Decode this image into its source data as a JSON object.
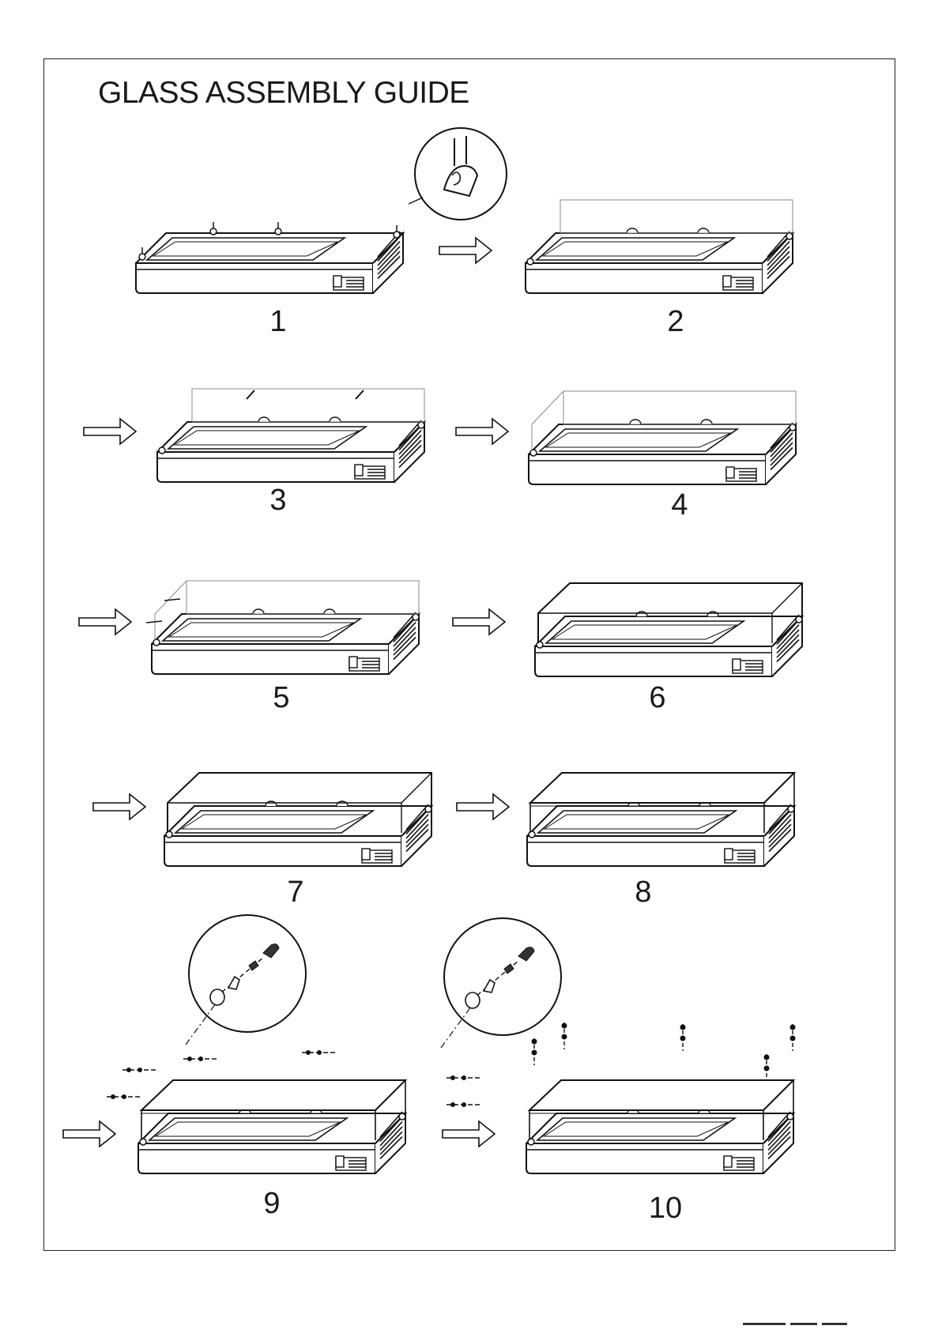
{
  "title": "GLASS ASSEMBLY GUIDE",
  "steps": [
    {
      "label": "1"
    },
    {
      "label": "2"
    },
    {
      "label": "3"
    },
    {
      "label": "4"
    },
    {
      "label": "5"
    },
    {
      "label": "6"
    },
    {
      "label": "7"
    },
    {
      "label": "8"
    },
    {
      "label": "9"
    },
    {
      "label": "10"
    }
  ],
  "icons": {
    "arrow": "arrow-right-icon",
    "unit": "refrigerated-display-unit",
    "detail": "magnified-detail-circle"
  }
}
